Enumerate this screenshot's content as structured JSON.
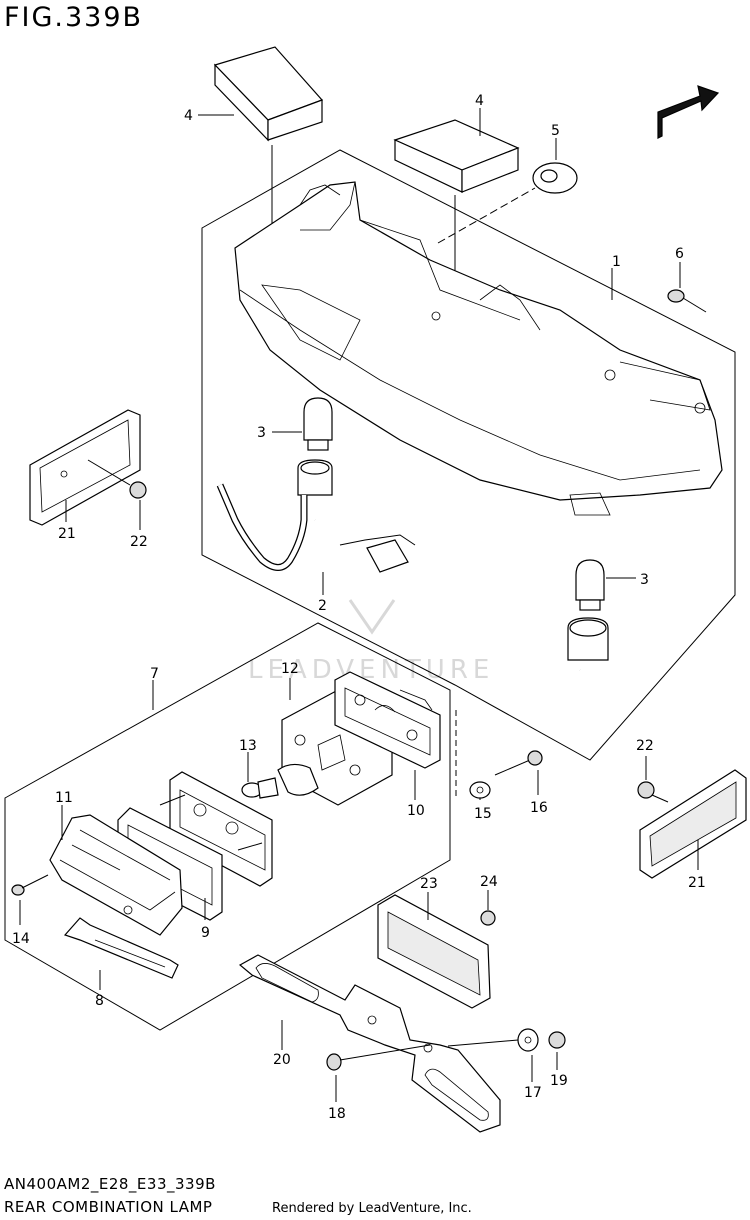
{
  "figure": {
    "title": "FIG.339B",
    "ref_code": "AN400AM2_E28_E33_339B",
    "caption": "REAR COMBINATION LAMP",
    "rendered_by": "Rendered by LeadVenture, Inc.",
    "watermark": "LEADVENTURE",
    "fwd_label": "FWD"
  },
  "callouts": {
    "c1": "1",
    "c2": "2",
    "c3a": "3",
    "c3b": "3",
    "c4a": "4",
    "c4b": "4",
    "c5": "5",
    "c6": "6",
    "c7": "7",
    "c8": "8",
    "c9": "9",
    "c10": "10",
    "c11": "11",
    "c12": "12",
    "c13": "13",
    "c14": "14",
    "c15": "15",
    "c16": "16",
    "c17": "17",
    "c18": "18",
    "c19": "19",
    "c20": "20",
    "c21a": "21",
    "c21b": "21",
    "c22a": "22",
    "c22b": "22",
    "c23": "23",
    "c24": "24"
  }
}
